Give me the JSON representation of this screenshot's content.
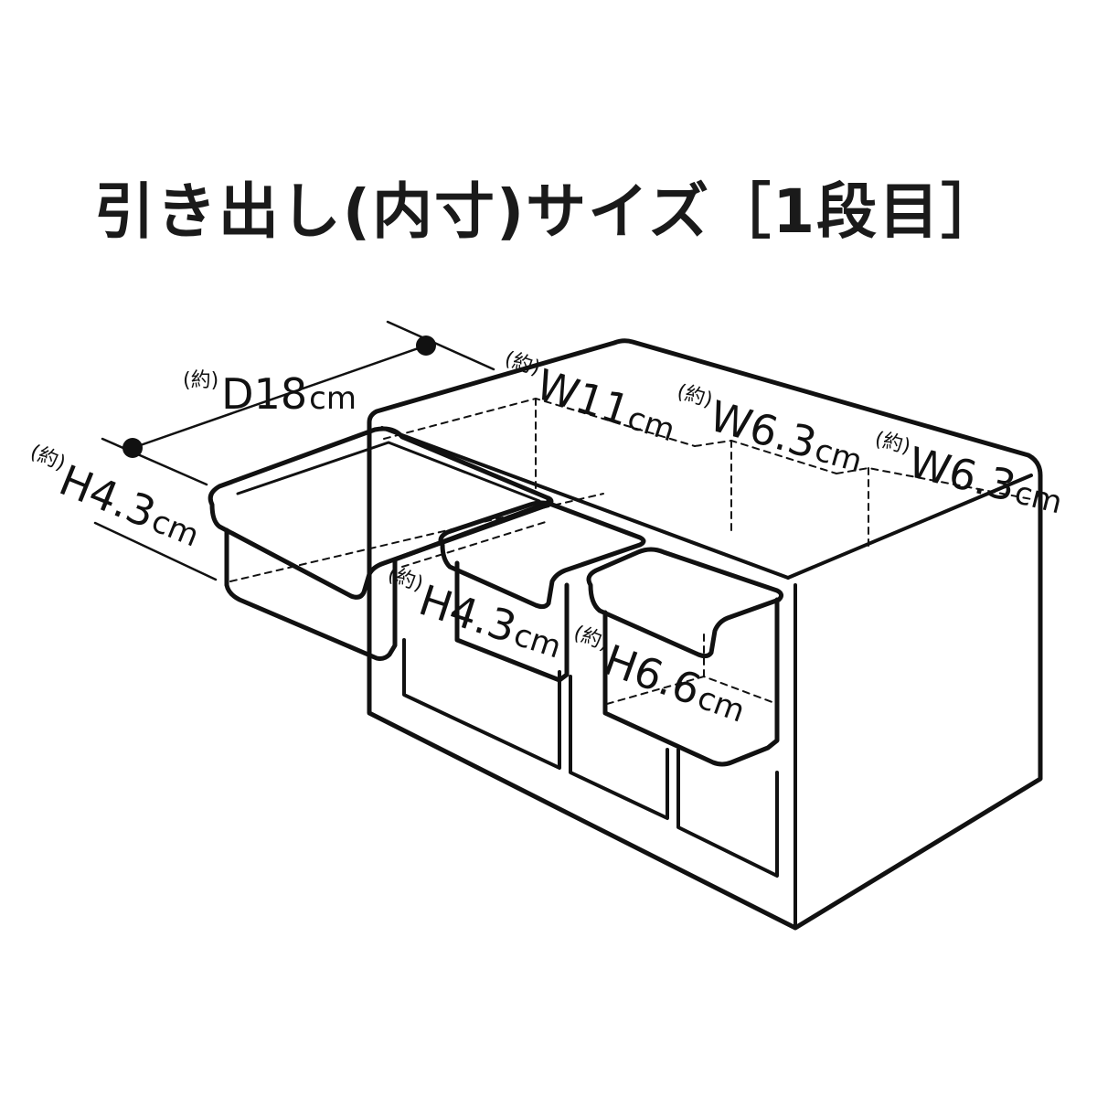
{
  "title": "引き出し(内寸)サイズ［1段目］",
  "labels": {
    "depth": {
      "prefix": "(約)",
      "value": "D18",
      "unit": "cm"
    },
    "height1": {
      "prefix": "(約)",
      "value": "H4.3",
      "unit": "cm"
    },
    "width1": {
      "prefix": "(約)",
      "value": "W11",
      "unit": "cm"
    },
    "width2": {
      "prefix": "(約)",
      "value": "W6.3",
      "unit": "cm"
    },
    "width3": {
      "prefix": "(約)",
      "value": "W6.3",
      "unit": "cm"
    },
    "height2": {
      "prefix": "(約)",
      "value": "H4.3",
      "unit": "cm"
    },
    "height3": {
      "prefix": "(約)",
      "value": "H6.6",
      "unit": "cm"
    }
  }
}
